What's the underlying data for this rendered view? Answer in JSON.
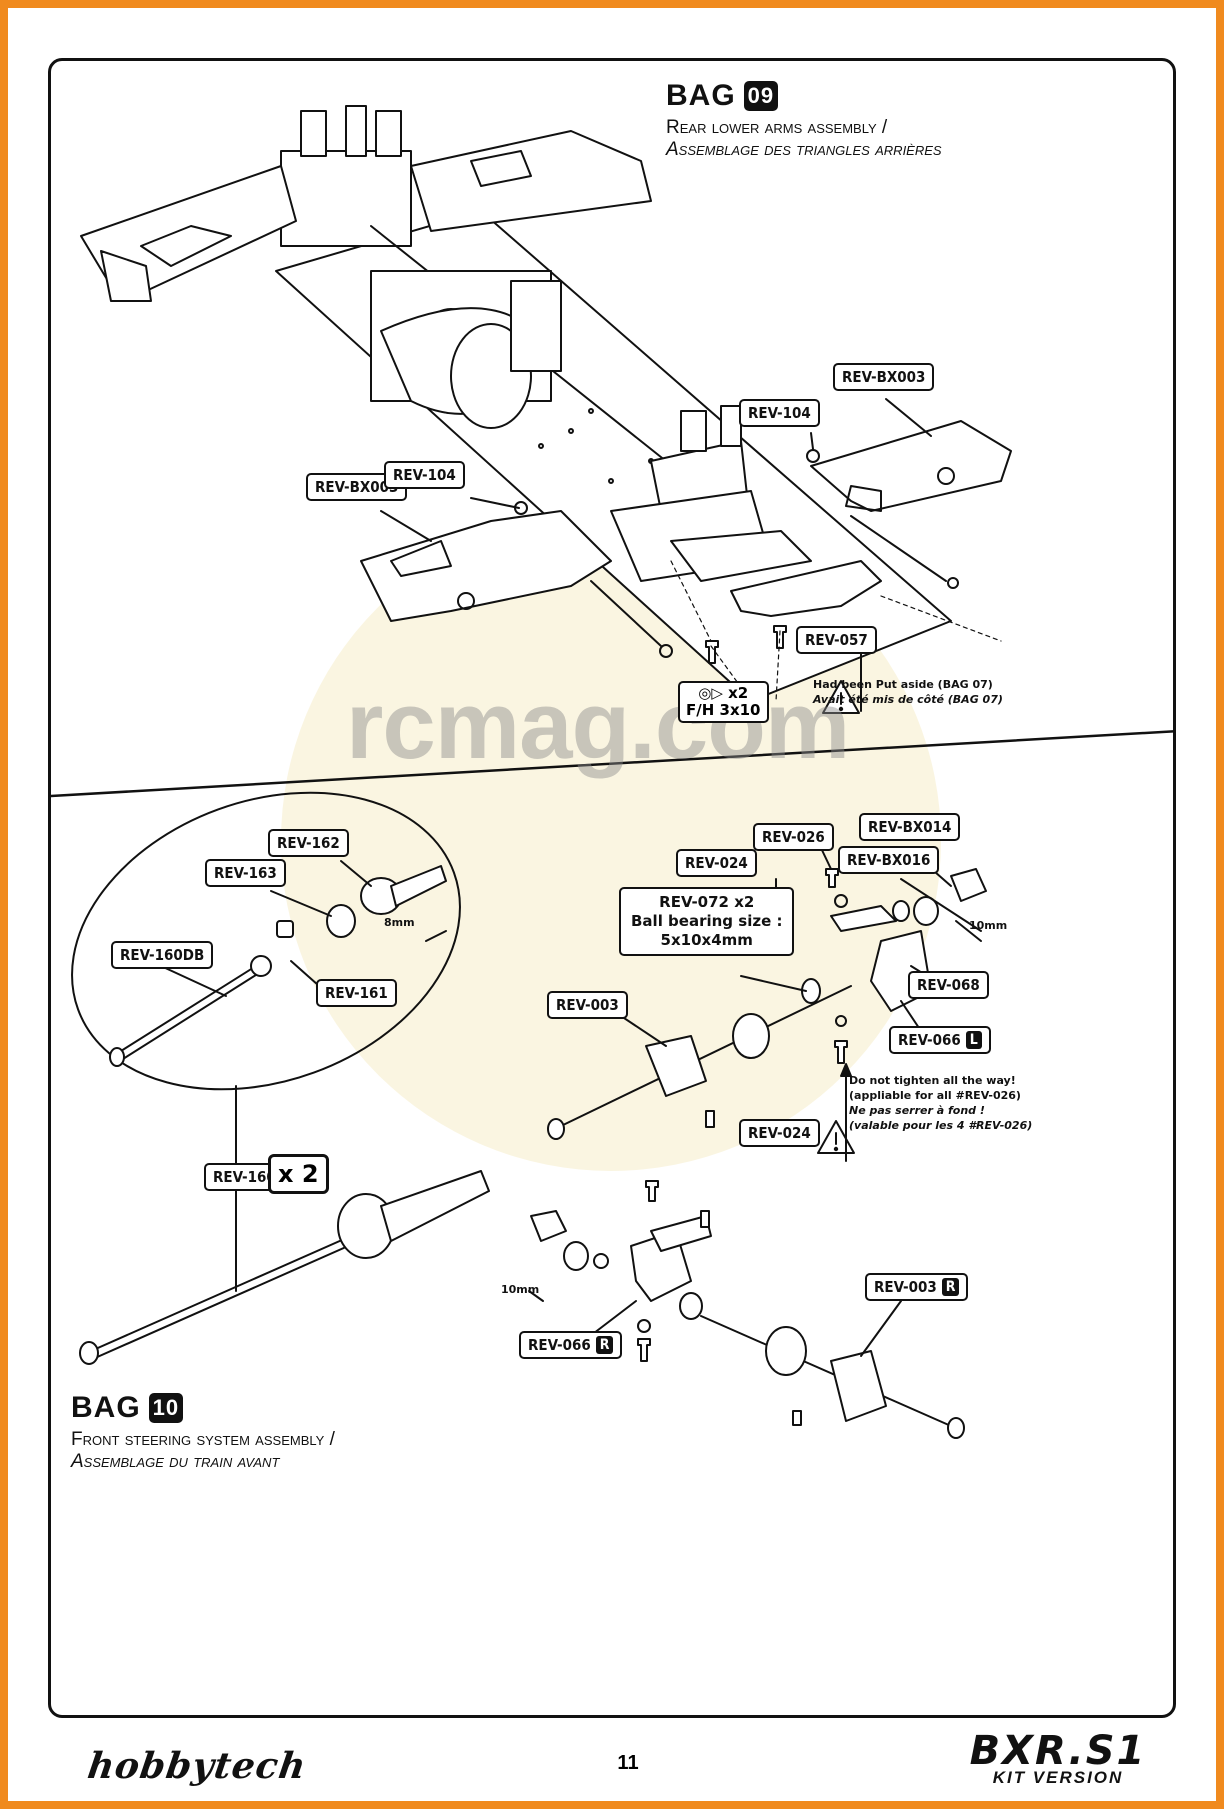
{
  "bag09": {
    "title": "BAG",
    "number": "09",
    "line1": "Rear lower arms assembly /",
    "line2": "Assemblage des triangles arrières",
    "parts": {
      "bx003_right": "REV-BX003",
      "p104_right": "REV-104",
      "bx003_left": "REV-BX003",
      "p104_left": "REV-104",
      "p057": "REV-057"
    },
    "screw": {
      "qty": "x2",
      "size": "F/H 3x10"
    },
    "warning": {
      "en": "Had been Put aside (BAG 07)",
      "fr": "Avait été mis de côté (BAG 07)"
    }
  },
  "bag10": {
    "title": "BAG",
    "number": "10",
    "line1": "Front steering system assembly /",
    "line2": "Assemblage du train avant",
    "parts": {
      "p162": "REV-162",
      "p163": "REV-163",
      "p160db": "REV-160DB",
      "p161": "REV-161",
      "p160": "REV-160",
      "p160_mult": "x 2",
      "p026": "REV-026",
      "bx014": "REV-BX014",
      "p024_top": "REV-024",
      "bx016": "REV-BX016",
      "p072_l1": "REV-072 x2",
      "p072_l2": "Ball bearing size :",
      "p072_l3": "5x10x4mm",
      "p068": "REV-068",
      "p003_left": "REV-003",
      "p066_l": "REV-066",
      "p066_l_side": "L",
      "p024_bottom": "REV-024",
      "p003_r": "REV-003",
      "p003_r_side": "R",
      "p066_r": "REV-066",
      "p066_r_side": "R"
    },
    "dims": {
      "pin8": "8mm",
      "pin10_right": "10mm",
      "pin10_left": "10mm"
    },
    "warning": {
      "en1": "Do not tighten all the way!",
      "en2": "(appliable for all #REV-026)",
      "fr1": "Ne pas serrer à fond  !",
      "fr2": "(valable pour les 4 #REV-026)"
    }
  },
  "watermark": "rcmag.com",
  "footer": {
    "brand_left": "hobbytech",
    "page_number": "11",
    "brand_right_1": "BXR.S1",
    "brand_right_2": "KIT VERSION"
  },
  "colors": {
    "frame_border": "#f08a1e",
    "ink": "#111111"
  }
}
